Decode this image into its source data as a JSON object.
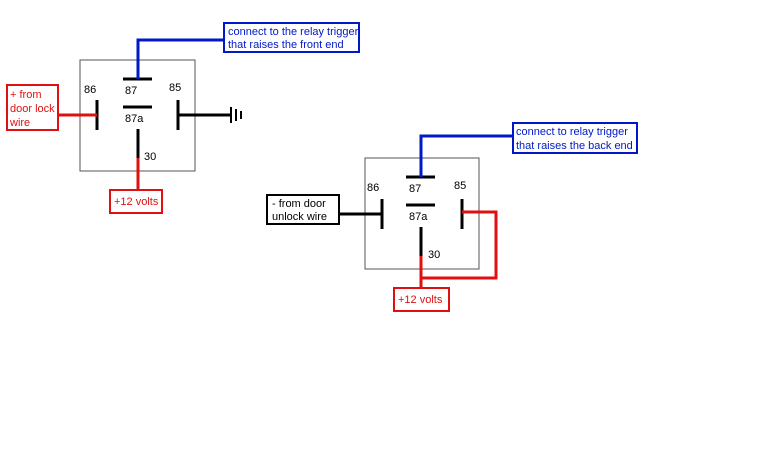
{
  "colors": {
    "red": "#e01010",
    "blue": "#0018c8",
    "black": "#000000",
    "box_border": "#555555"
  },
  "relay1": {
    "pin_86": "86",
    "pin_87": "87",
    "pin_87a": "87a",
    "pin_85": "85",
    "pin_30": "30",
    "label_trigger_line1": "connect to the relay trigger",
    "label_trigger_line2": "that raises the front end",
    "label_input_line1": "+ from",
    "label_input_line2": "door lock",
    "label_input_line3": "wire",
    "label_power": "+12 volts",
    "ground_icon": "ground-icon"
  },
  "relay2": {
    "pin_86": "86",
    "pin_87": "87",
    "pin_87a": "87a",
    "pin_85": "85",
    "pin_30": "30",
    "label_trigger_line1": "connect to relay trigger",
    "label_trigger_line2": "that raises the back end",
    "label_input_line1": "- from door",
    "label_input_line2": "unlock wire",
    "label_power": "+12 volts"
  }
}
